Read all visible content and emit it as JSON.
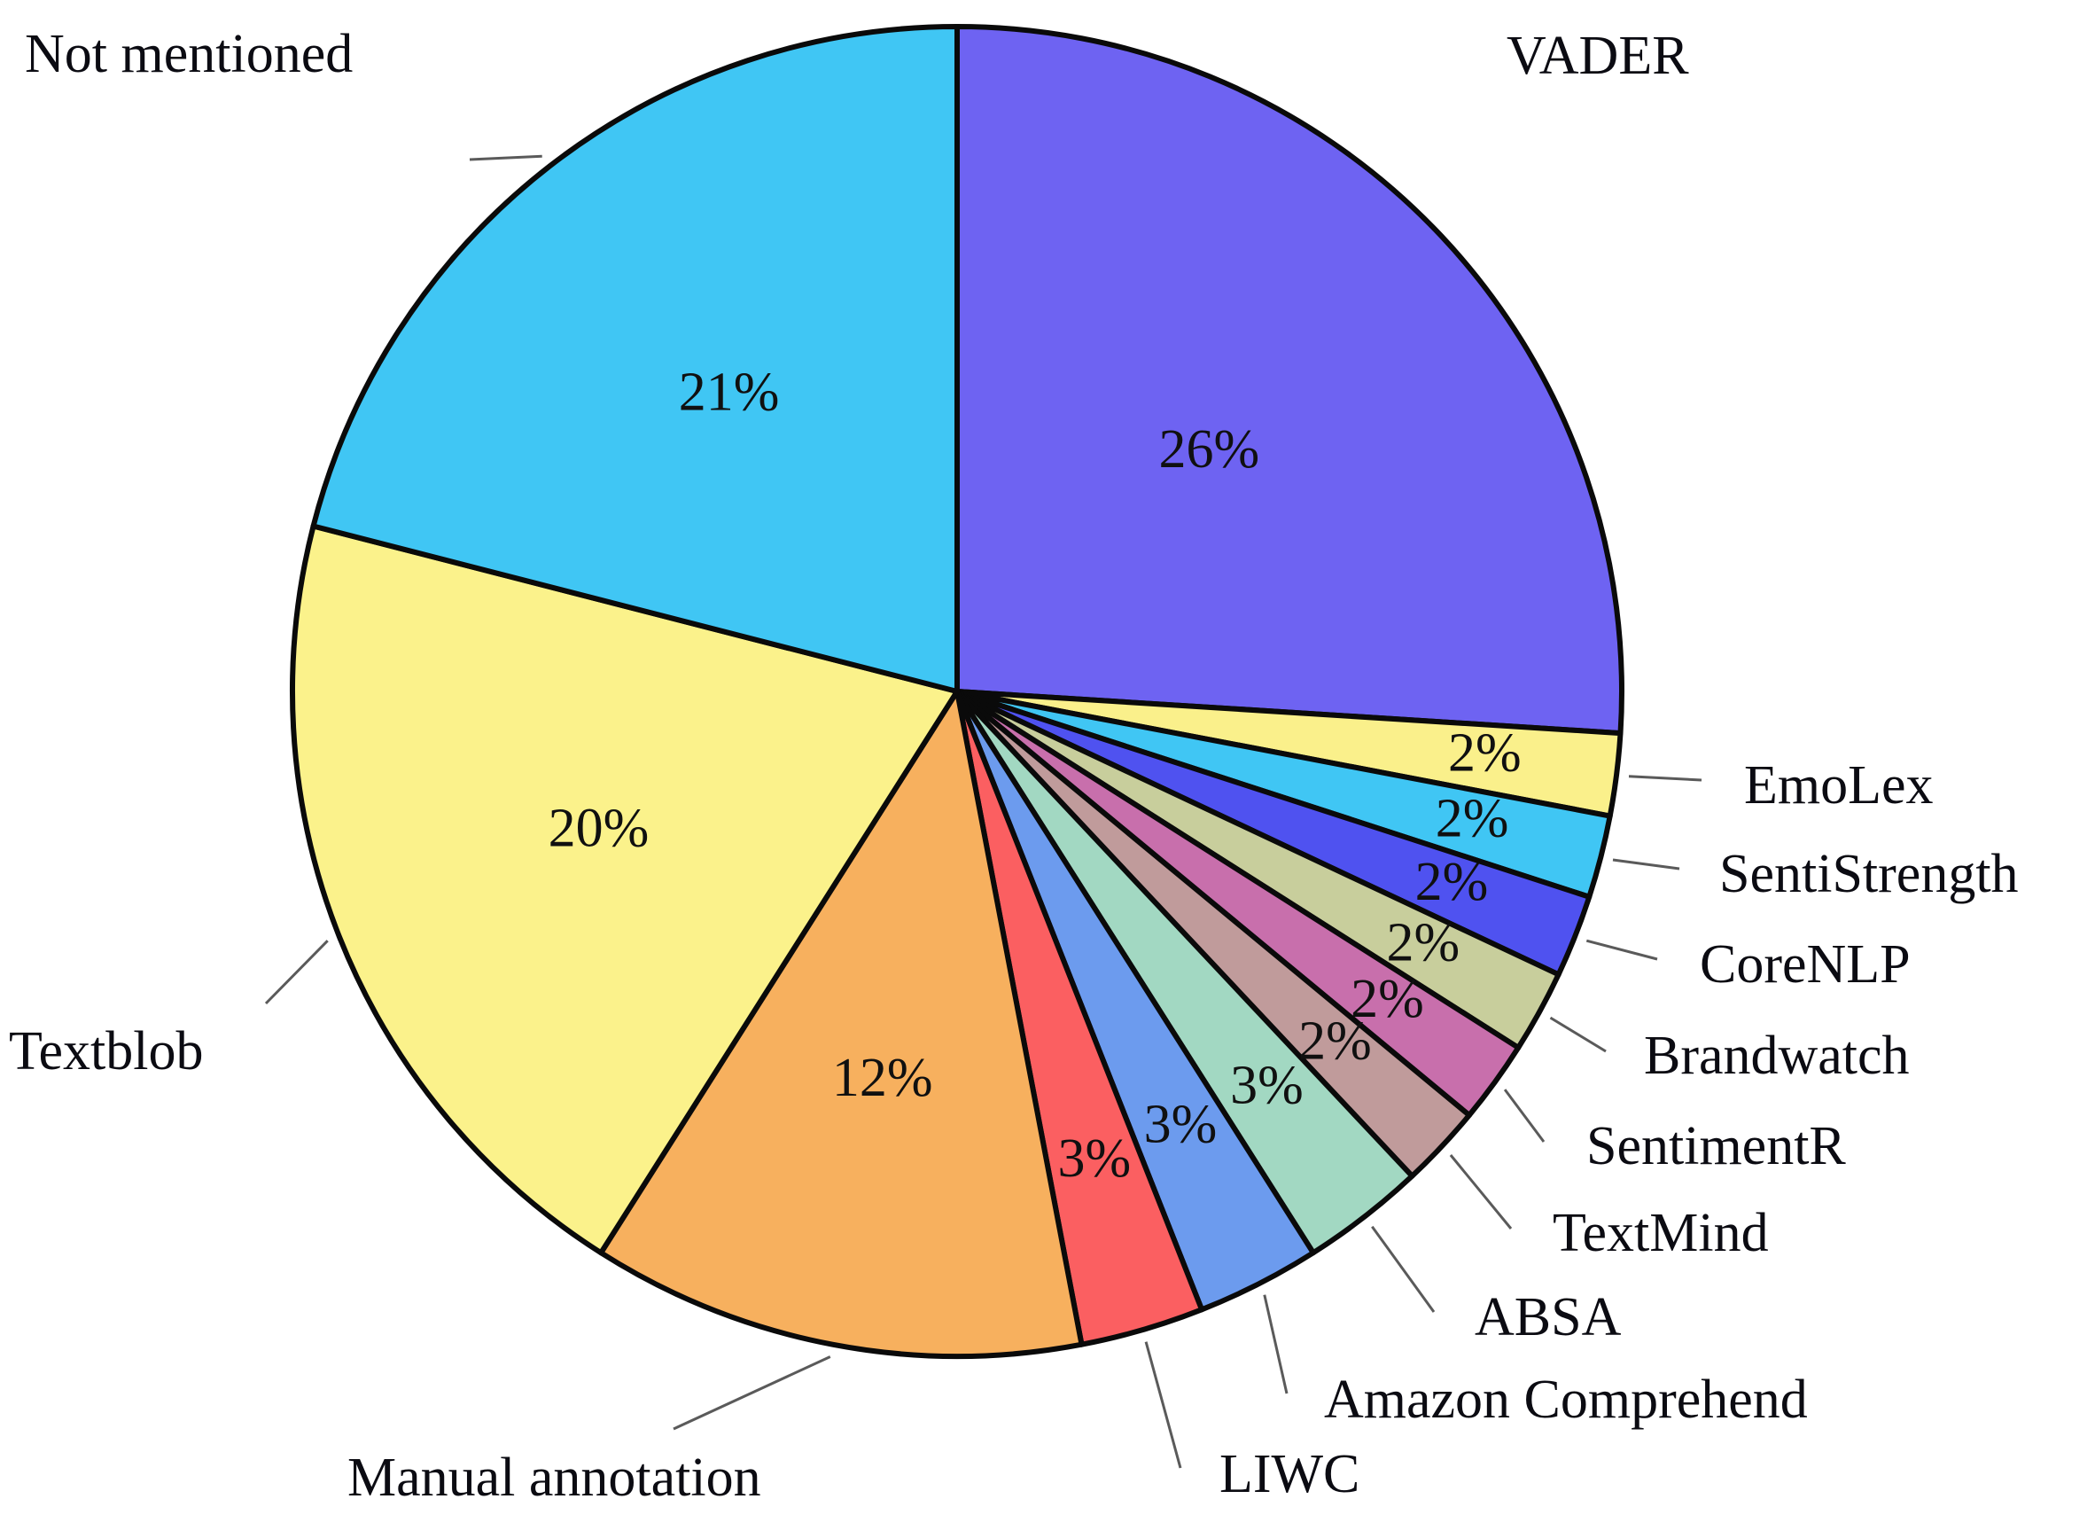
{
  "chart_data": {
    "type": "pie",
    "title": "",
    "subtitle": "",
    "xlabel": "",
    "ylabel": "",
    "legend_position": "callout-labels",
    "grid": false,
    "units": "percent",
    "start_angle_deg": 0,
    "direction": "clockwise",
    "categories": [
      "VADER",
      "EmoLex",
      "SentiStrength",
      "CoreNLP",
      "Brandwatch",
      "SentimentR",
      "TextMind",
      "ABSA",
      "Amazon Comprehend",
      "LIWC",
      "Manual annotation",
      "Textblob",
      "Not mentioned"
    ],
    "values": [
      26,
      2,
      2,
      2,
      2,
      2,
      2,
      3,
      3,
      3,
      12,
      20,
      21
    ],
    "value_labels": [
      "26%",
      "2%",
      "2%",
      "2%",
      "2%",
      "2%",
      "2%",
      "3%",
      "3%",
      "3%",
      "12%",
      "20%",
      "21%"
    ],
    "colors": [
      "#6E63F2",
      "#FAF08B",
      "#40C6F4",
      "#4F52F0",
      "#C8CE9C",
      "#C86FAC",
      "#C09B9B",
      "#A2D8C2",
      "#6C9BEE",
      "#FB5F61",
      "#F7B05E",
      "#FBF28B",
      "#40C6F4"
    ],
    "slices": [
      {
        "label": "VADER",
        "value": 26,
        "value_label": "26%",
        "color": "#6E63F2"
      },
      {
        "label": "EmoLex",
        "value": 2,
        "value_label": "2%",
        "color": "#FAF08B"
      },
      {
        "label": "SentiStrength",
        "value": 2,
        "value_label": "2%",
        "color": "#40C6F4"
      },
      {
        "label": "CoreNLP",
        "value": 2,
        "value_label": "2%",
        "color": "#4F52F0"
      },
      {
        "label": "Brandwatch",
        "value": 2,
        "value_label": "2%",
        "color": "#C8CE9C"
      },
      {
        "label": "SentimentR",
        "value": 2,
        "value_label": "2%",
        "color": "#C86FAC"
      },
      {
        "label": "TextMind",
        "value": 2,
        "value_label": "2%",
        "color": "#C09B9B"
      },
      {
        "label": "ABSA",
        "value": 3,
        "value_label": "3%",
        "color": "#A2D8C2"
      },
      {
        "label": "Amazon Comprehend",
        "value": 3,
        "value_label": "3%",
        "color": "#6C9BEE"
      },
      {
        "label": "LIWC",
        "value": 3,
        "value_label": "3%",
        "color": "#FB5F61"
      },
      {
        "label": "Manual annotation",
        "value": 12,
        "value_label": "12%",
        "color": "#F7B05E"
      },
      {
        "label": "Textblob",
        "value": 20,
        "value_label": "20%",
        "color": "#FBF28B"
      },
      {
        "label": "Not mentioned",
        "value": 21,
        "value_label": "21%",
        "color": "#40C6F4"
      }
    ]
  },
  "labels": {
    "not_mentioned": "Not mentioned",
    "vader": "VADER",
    "emolex": "EmoLex",
    "sentistrength": "SentiStrength",
    "corenlp": "CoreNLP",
    "brandwatch": "Brandwatch",
    "sentimentr": "SentimentR",
    "textmind": "TextMind",
    "absa": "ABSA",
    "amazon_comprehend": "Amazon Comprehend",
    "liwc": "LIWC",
    "manual_annotation": "Manual annotation",
    "textblob": "Textblob"
  },
  "value_labels": {
    "vader": "26%",
    "not_mentioned": "21%",
    "textblob": "20%",
    "manual_annotation": "12%",
    "liwc": "3%",
    "amazon_comprehend": "3%",
    "absa": "3%",
    "textmind": "2%",
    "sentimentr": "2%",
    "brandwatch": "2%",
    "corenlp": "2%",
    "sentistrength": "2%",
    "emolex": "2%"
  },
  "style": {
    "outline": "#0a0a0a",
    "leader": "#5a5a5a",
    "background": "#ffffff"
  }
}
